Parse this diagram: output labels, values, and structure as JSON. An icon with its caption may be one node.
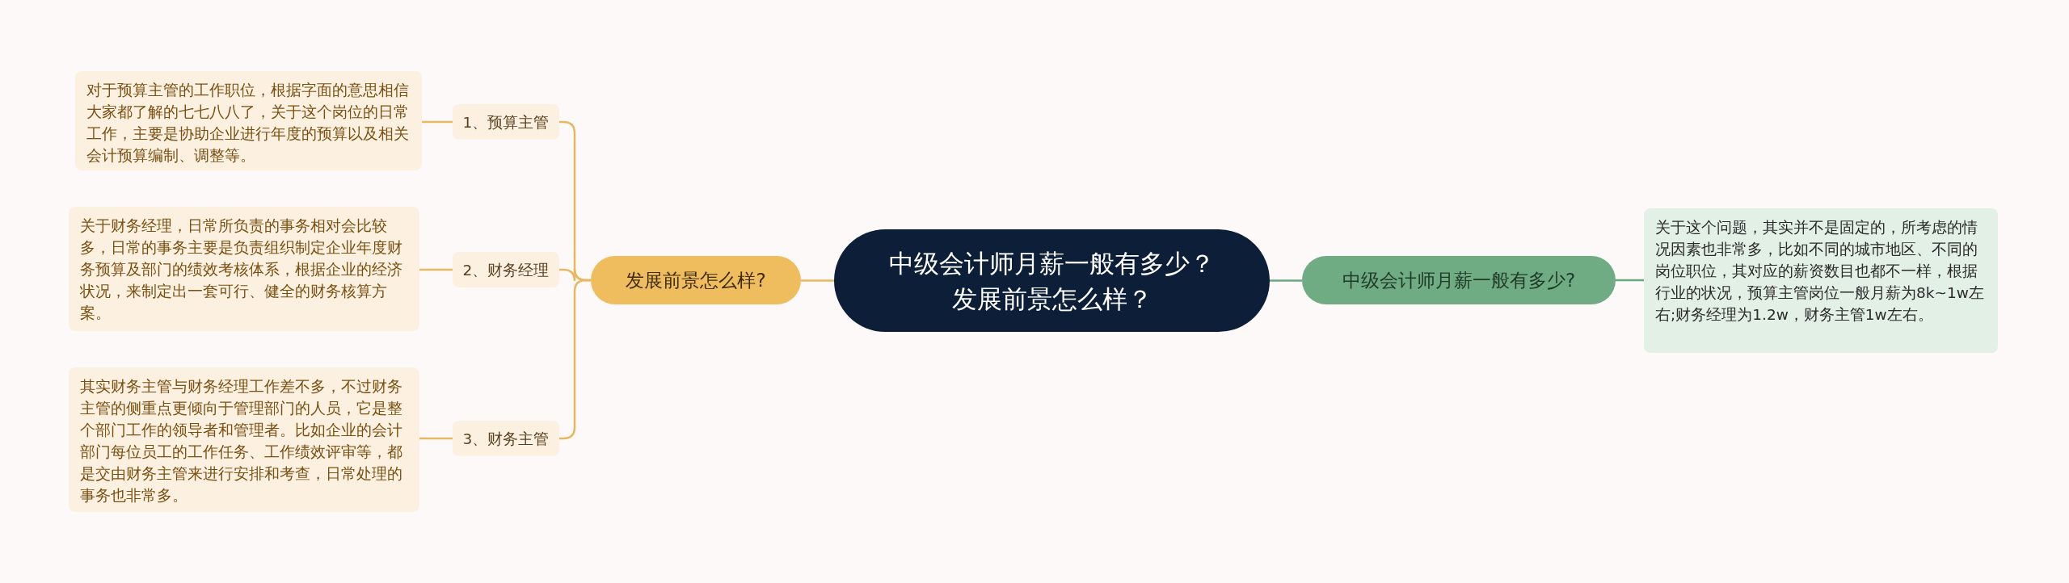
{
  "diagram": {
    "nodes": [
      {
        "text": [
          "中级会计师月薪一般有多少？发展前景怎么样？"
        ]
      },
      {
        "text": [
          "发展前景怎么样?"
        ]
      },
      {
        "text": [
          "1、预算主管"
        ]
      },
      {
        "text": [
          "对于预算主管的工作职位，根据字面的意思相信大家都了解的七七八八了，关于这个岗位的日常工作，主要是协助企业进行年度的预算以及相关会计预算编制、调整等。"
        ]
      },
      {
        "text": [
          "2、财务经理"
        ]
      },
      {
        "text": [
          "关于财务经理，日常所负责的事务相对会比较多，日常的事务主要是负责组织制定企业年度财务预算及部门的绩效考核体系，根据企业的经济状况，来制定出一套可行、健全的财务核算方案。"
        ]
      },
      {
        "text": [
          "3、财务主管"
        ]
      },
      {
        "text": [
          "其实财务主管与财务经理工作差不多，不过财务主管的侧重点更倾向于管理部门的人员，它是整个部门工作的领导者和管理者。比如企业的会计部门每位员工的工作任务、工作绩效评审等，都是交由财务主管来进行安排和考查，日常处理的事务也非常多。"
        ]
      },
      {
        "text": [
          "中级会计师月薪一般有多少?"
        ]
      },
      {
        "text": [
          "关于这个问题，其实并不是固定的，所考虑的情况因素也非常多，比如不同的城市地区、不同的岗位职位，其对应的薪资数目也都不一样，根据行业的状况，预算主管岗位一般月薪为8k~1w左右;财务经理为1.2w，财务主管1w左右。"
        ]
      }
    ],
    "edges": [
      {
        "from": 0,
        "to": 1,
        "arrow": "none"
      },
      {
        "from": 1,
        "to": 2,
        "arrow": "none"
      },
      {
        "from": 2,
        "to": 3,
        "arrow": "none"
      },
      {
        "from": 1,
        "to": 4,
        "arrow": "none"
      },
      {
        "from": 4,
        "to": 5,
        "arrow": "none"
      },
      {
        "from": 1,
        "to": 6,
        "arrow": "none"
      },
      {
        "from": 6,
        "to": 7,
        "arrow": "none"
      },
      {
        "from": 0,
        "to": 8,
        "arrow": "none",
        "color": "#6aa882"
      },
      {
        "from": 8,
        "to": 9,
        "arrow": "none",
        "color": "#6aa882"
      }
    ]
  }
}
